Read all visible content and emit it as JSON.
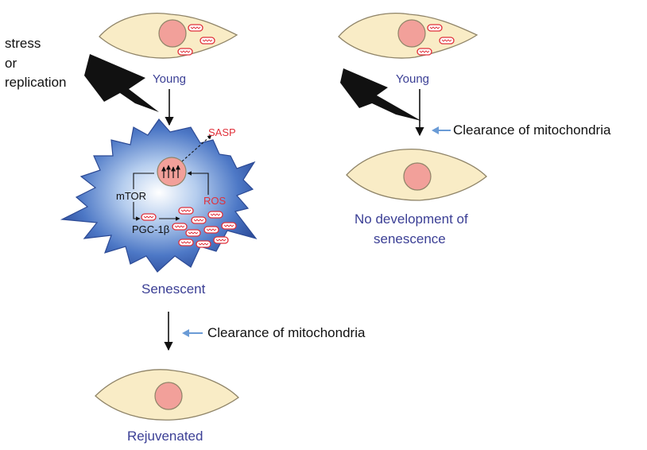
{
  "left": {
    "trigger_line1": "stress",
    "trigger_line2": "or",
    "trigger_line3": "replication",
    "young_label": "Young",
    "senescent_label": "Senescent",
    "sasp_label": "SASP",
    "mtor_label": "mTOR",
    "ros_label": "ROS",
    "pgc_label": "PGC-1β",
    "clearance_label": "Clearance of mitochondria",
    "rejuvenated_label": "Rejuvenated"
  },
  "right": {
    "young_label": "Young",
    "clearance_label": "Clearance of mitochondria",
    "outcome_line1": "No development of",
    "outcome_line2": "senescence"
  },
  "colors": {
    "cell_fill": "#f9ecc6",
    "cell_stroke": "#8f8468",
    "nucleus_fill": "#f2a09a",
    "mito_red": "#e0303a",
    "senescent_blue": "#3c64b4",
    "label_blue": "#3b3f95",
    "label_red": "#e0303a",
    "arrow_blue": "#6a9bd6"
  }
}
